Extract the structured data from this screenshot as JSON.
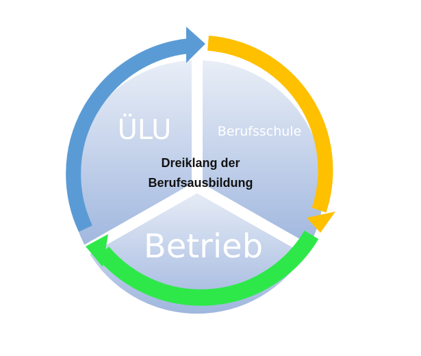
{
  "diagram": {
    "center_title_line1": "Dreiklang der",
    "center_title_line2": "Berufsausbildung",
    "segments": [
      {
        "label": "ÜLU",
        "arrow_color": "#5B9BD5"
      },
      {
        "label": "Berufsschule",
        "arrow_color": "#FFC000"
      },
      {
        "label": "Betrieb",
        "arrow_color": "#2EE84A"
      }
    ],
    "segment_fill_top": "#E9EEF7",
    "segment_fill_bottom": "#9FB6DE"
  }
}
